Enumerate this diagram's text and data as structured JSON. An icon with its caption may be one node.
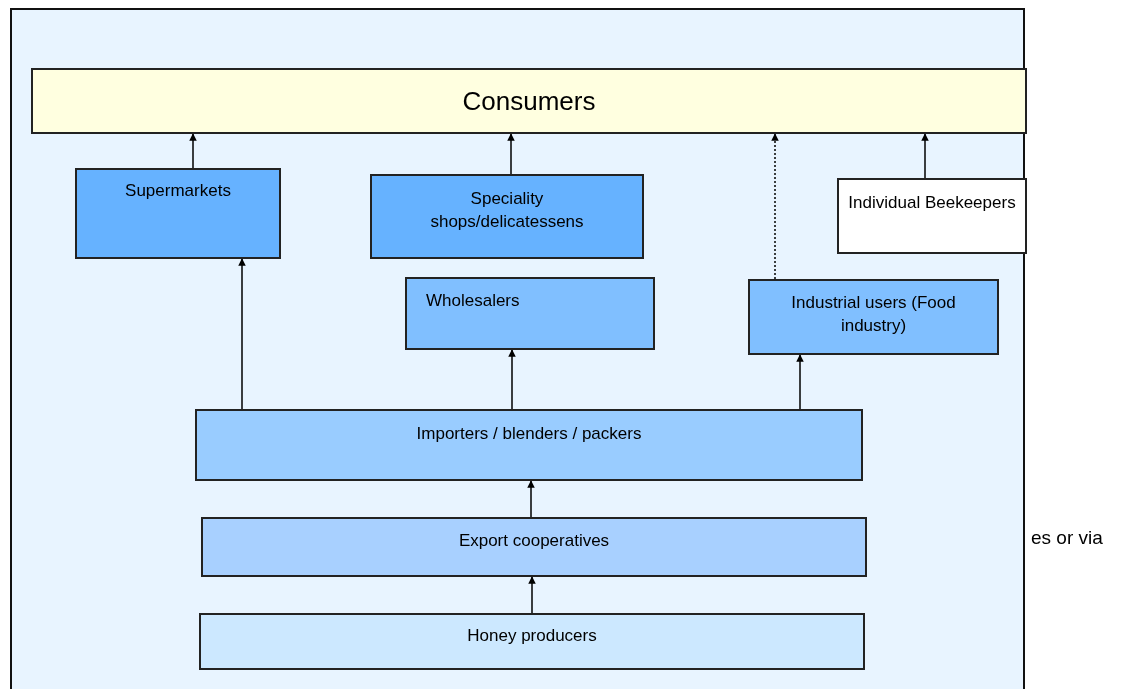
{
  "diagram": {
    "nodes": [
      {
        "text": [
          "Consumers"
        ]
      },
      {
        "text": [
          "Supermarkets"
        ]
      },
      {
        "text": [
          "Speciality shops/delicatessens"
        ]
      },
      {
        "text": [
          "Individual Beekeepers"
        ]
      },
      {
        "text": [
          "Wholesalers"
        ]
      },
      {
        "text": [
          "Industrial users (Food industry)"
        ]
      },
      {
        "text": [
          "Importers / blenders / packers"
        ]
      },
      {
        "text": [
          "Export cooperatives"
        ]
      },
      {
        "text": [
          "Honey producers"
        ]
      }
    ],
    "edges": [
      {
        "from": 1,
        "to": 0,
        "arrow": "to"
      },
      {
        "from": 2,
        "to": 0,
        "arrow": "to"
      },
      {
        "from": 5,
        "to": 0,
        "arrow": "to",
        "style": "dashed"
      },
      {
        "from": 3,
        "to": 0,
        "arrow": "to"
      },
      {
        "from": 6,
        "to": 1,
        "arrow": "to"
      },
      {
        "from": 6,
        "to": 4,
        "arrow": "to"
      },
      {
        "from": 6,
        "to": 5,
        "arrow": "to"
      },
      {
        "from": 7,
        "to": 6,
        "arrow": "to"
      },
      {
        "from": 8,
        "to": 7,
        "arrow": "to"
      }
    ],
    "labels": [
      "es or via"
    ]
  }
}
